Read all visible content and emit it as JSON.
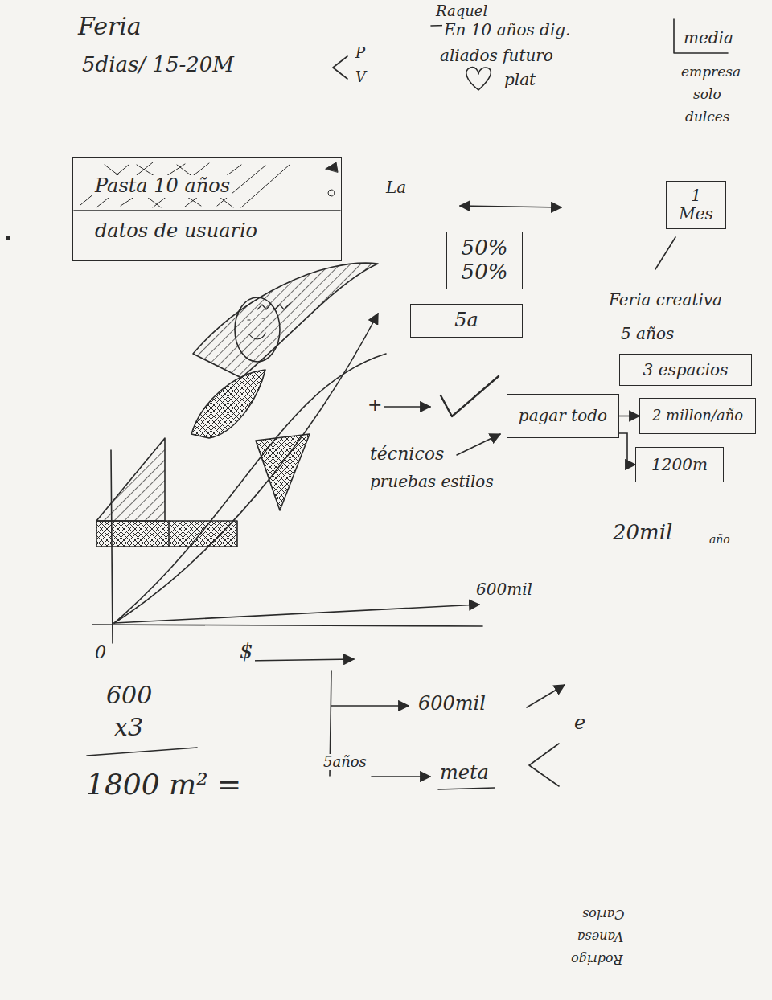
{
  "diagram": {
    "nodes": [
      {
        "text": [
          "Pasta 10 años",
          "datos de usuario"
        ]
      },
      {
        "text": [
          "50% 50%"
        ]
      },
      {
        "text": [
          "5a"
        ]
      },
      {
        "text": [
          "1 Mes"
        ]
      },
      {
        "text": [
          "3 espacios"
        ]
      },
      {
        "text": [
          "pagar todo"
        ]
      },
      {
        "text": [
          "2 millon/año"
        ]
      },
      {
        "text": [
          "1200m"
        ]
      }
    ],
    "edges": [
      {
        "from": 5,
        "to": 6,
        "arrow": "to"
      },
      {
        "from": 5,
        "to": 7,
        "arrow": "to"
      }
    ],
    "labels": [
      "Feria",
      "5dias/ 15-20M",
      "P",
      "V",
      "Raquel",
      "En 10 años dig.",
      "aliados futuro",
      "plat",
      "La",
      "media",
      "empresa",
      "solo",
      "dulces",
      "Feria creativa",
      "5 años",
      "20mil",
      "año",
      "+",
      "técnicos",
      "pruebas estilos",
      "600mil",
      "0",
      "$",
      "600mil",
      "5años",
      "meta",
      "e",
      "600",
      "x3",
      "1800 m² =",
      "Carlos",
      "Vanesa",
      "Rodrigo"
    ]
  }
}
